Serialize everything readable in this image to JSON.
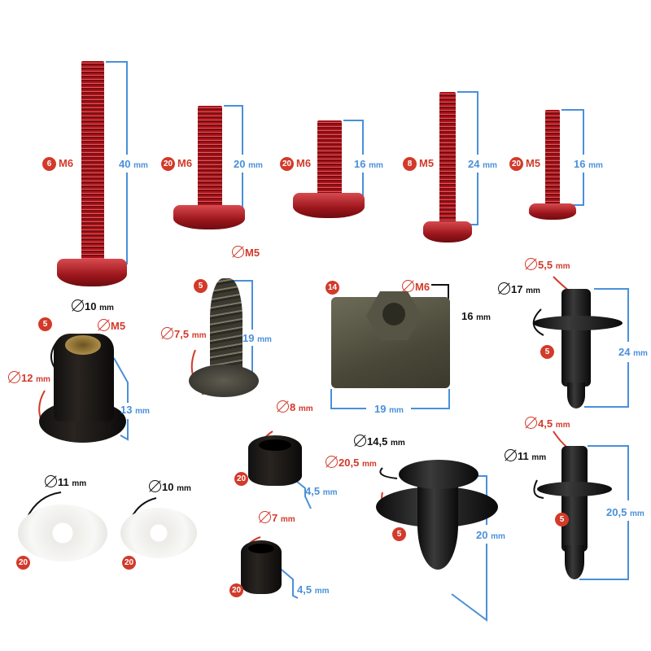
{
  "items": [
    {
      "qty": "6",
      "size": "M6",
      "length": "40",
      "unit": "mm"
    },
    {
      "qty": "20",
      "size": "M6",
      "length": "20",
      "unit": "mm"
    },
    {
      "qty": "20",
      "size": "M6",
      "length": "16",
      "unit": "mm"
    },
    {
      "qty": "8",
      "size": "M5",
      "length": "24",
      "unit": "mm"
    },
    {
      "qty": "20",
      "size": "M5",
      "length": "16",
      "unit": "mm"
    },
    {
      "qty": "5",
      "outer": "10",
      "thread": "M5",
      "flange": "12",
      "length": "13",
      "unit": "mm"
    },
    {
      "qty": "5",
      "thread": "M5",
      "head": "7,5",
      "length": "19",
      "unit": "mm"
    },
    {
      "qty": "14",
      "thread": "M6",
      "height": "16",
      "width": "19",
      "unit": "mm"
    },
    {
      "qty": "5",
      "pin": "5,5",
      "head": "17",
      "length": "24",
      "unit": "mm"
    },
    {
      "qty": "20",
      "diameter": "11",
      "unit": "mm"
    },
    {
      "qty": "20",
      "diameter": "10",
      "unit": "mm"
    },
    {
      "qty": "20",
      "diameter": "8",
      "length": "4,5",
      "unit": "mm"
    },
    {
      "qty": "20",
      "diameter": "7",
      "length": "4,5",
      "unit": "mm"
    },
    {
      "qty": "5",
      "head": "14,5",
      "flange": "20,5",
      "length": "20",
      "unit": "mm"
    },
    {
      "qty": "5",
      "pin": "4,5",
      "head": "11",
      "length": "20,5",
      "unit": "mm"
    }
  ],
  "colors": {
    "red": "#d23a2a",
    "blue": "#4a90d9"
  }
}
